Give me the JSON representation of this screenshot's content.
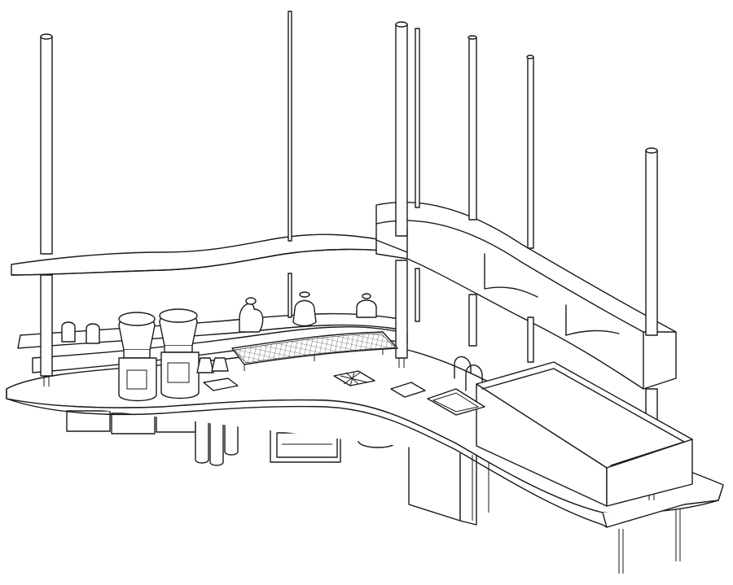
{
  "drawing": {
    "style": "isometric line drawing",
    "line_color": "#1a1a1a",
    "background_color": "#ffffff",
    "components": [
      "curved-counter",
      "upper-curved-shelf",
      "lower-back-shelf",
      "right-shelving-unit",
      "ceiling-rods",
      "coffee-grinders",
      "drying-rack",
      "drip-grate",
      "sink",
      "faucets",
      "knock-box",
      "display-case",
      "under-counter-drawers",
      "under-counter-cabinet",
      "waste-bin"
    ]
  }
}
